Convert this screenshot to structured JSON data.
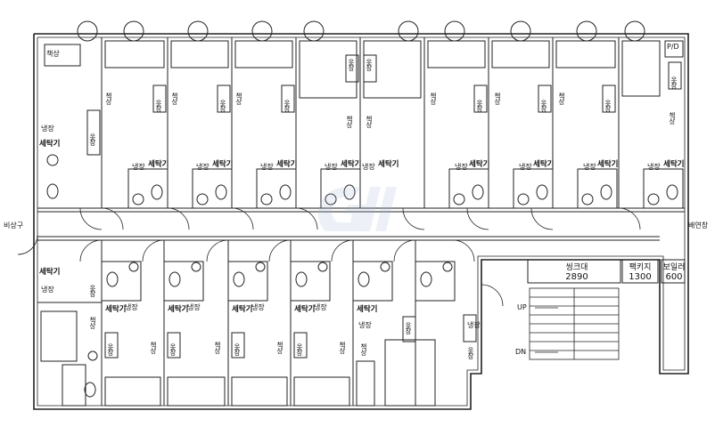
{
  "labels": {
    "desk": "책상",
    "closet": "옷장",
    "fridge": "냉장",
    "washer": "세탁기",
    "emergency_exit": "비상구",
    "pd": "P/D",
    "ventilation": "배연창",
    "up": "UP",
    "down": "DN"
  },
  "fixtures": {
    "sink_table": {
      "label": "씽크대",
      "value": "2890"
    },
    "pack_storage": {
      "label": "팩키지",
      "value": "1300"
    },
    "boiler": {
      "label": "보일러",
      "value": "600"
    }
  }
}
